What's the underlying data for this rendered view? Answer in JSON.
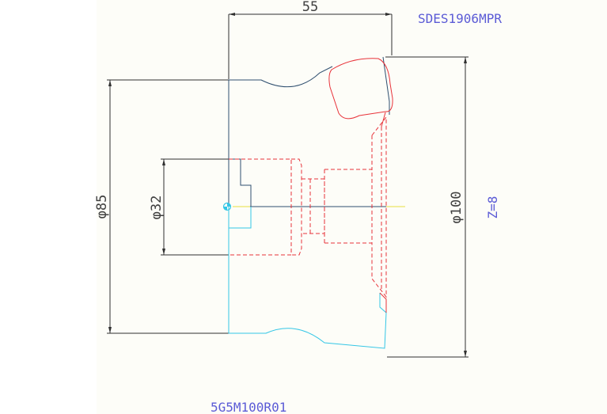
{
  "drawing": {
    "dimensions": {
      "width": "55",
      "outer_diameter": "φ85",
      "bore_diameter": "φ32",
      "cutter_diameter": "φ100"
    },
    "labels": {
      "insert_code": "SDES1906MPR",
      "tooth_count": "Z=8",
      "body_code": "5G5M100R01"
    },
    "colors": {
      "outline": "#2f4f6f",
      "lower_outline": "#33c6e6",
      "hidden": "#e8333a",
      "dimension": "#303030",
      "label": "#5b5bd6",
      "axis": "#e6e040"
    }
  }
}
